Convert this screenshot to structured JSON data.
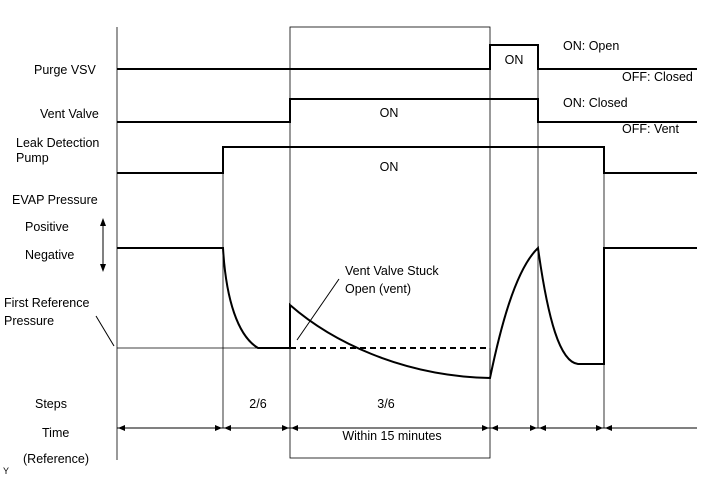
{
  "rows": {
    "purge_vsv": "Purge VSV",
    "vent_valve": "Vent Valve",
    "leak_pump_line1": "Leak Detection",
    "leak_pump_line2": "Pump",
    "evap_pressure": "EVAP Pressure",
    "positive": "Positive",
    "negative": "Negative",
    "first_ref_line1": "First Reference",
    "first_ref_line2": "Pressure",
    "steps": "Steps",
    "time": "Time",
    "reference": "(Reference)"
  },
  "states": {
    "purge_on": "ON",
    "purge_open": "ON: Open",
    "purge_closed": "OFF: Closed",
    "vent_on": "ON",
    "vent_closed": "ON: Closed",
    "vent_vent": "OFF: Vent",
    "pump_on": "ON"
  },
  "annotations": {
    "stuck_line1": "Vent Valve Stuck",
    "stuck_line2": "Open (vent)"
  },
  "steps": [
    "2/6",
    "3/6"
  ],
  "time_label": "Within 15 minutes",
  "corner_mark": "Y"
}
